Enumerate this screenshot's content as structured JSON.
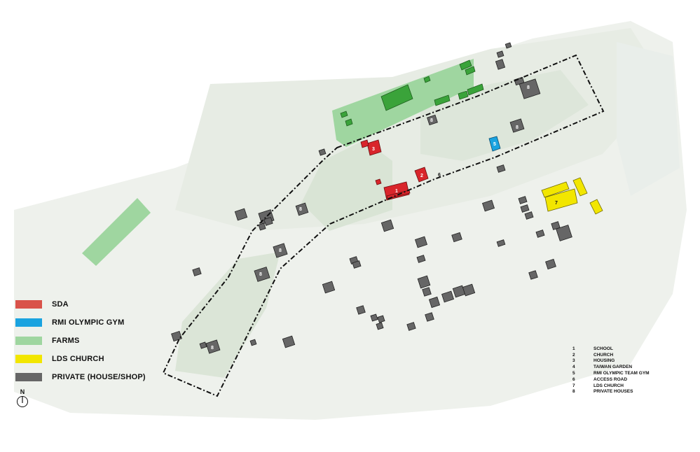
{
  "legend": [
    {
      "label": "SDA",
      "color": "#d9534a"
    },
    {
      "label": "RMI OLYMPIC GYM",
      "color": "#1aa3e0"
    },
    {
      "label": "FARMS",
      "color": "#9fd6a0"
    },
    {
      "label": "LDS CHURCH",
      "color": "#f2e600"
    },
    {
      "label": "PRIVATE (HOUSE/SHOP)",
      "color": "#666666"
    }
  ],
  "north_label": "N",
  "key": [
    {
      "num": "1",
      "label": "SCHOOL"
    },
    {
      "num": "2",
      "label": "CHURCH"
    },
    {
      "num": "3",
      "label": "HOUSING"
    },
    {
      "num": "4",
      "label": "TAIWAN GARDEN"
    },
    {
      "num": "5",
      "label": "RMI OLYMPIC TEAM GYM"
    },
    {
      "num": "6",
      "label": "ACCESS ROAD"
    },
    {
      "num": "7",
      "label": "LDS CHURCH"
    },
    {
      "num": "8",
      "label": "PRIVATE HOUSES"
    }
  ],
  "map_labels": {
    "school": "1",
    "church": "2",
    "housing": "3",
    "gym": "5",
    "access_road": "6",
    "lds_church": "7",
    "private_house": "8"
  },
  "colors": {
    "sda": "#d9252b",
    "gym": "#1aa3e0",
    "farm_area": "#9fd6a0",
    "farm_building": "#3aa33a",
    "lds": "#f2e600",
    "private": "#666666",
    "boundary": "#111111"
  }
}
